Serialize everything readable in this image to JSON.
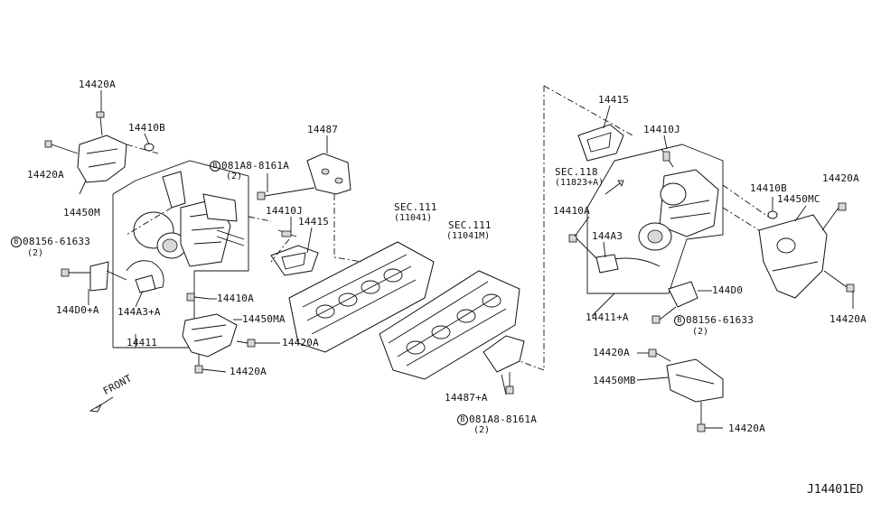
{
  "diagram_code": "J14401ED",
  "front_label": "FRONT",
  "labels": {
    "l_14420A_top": "14420A",
    "l_14410B_left": "14410B",
    "l_14420A_leftside": "14420A",
    "l_14450M": "14450M",
    "l_08156_left": "08156-61633",
    "l_08156_left_qty": "(2)",
    "l_144D0A": "144D0+A",
    "l_144A3A": "144A3+A",
    "l_14411": "14411",
    "l_14410A_center": "14410A",
    "l_14450MA": "14450MA",
    "l_14420A_mid": "14420A",
    "l_14420A_bottom": "14420A",
    "l_081A8_top": "081A8-8161A",
    "l_081A8_top_qty": "(2)",
    "l_14487": "14487",
    "l_14410J_left": "14410J",
    "l_14415_left": "14415",
    "l_sec111a": "SEC.111",
    "l_sec111a_sub": "(11041)",
    "l_sec111b": "SEC.111",
    "l_sec111b_sub": "(11041M)",
    "l_14487A": "14487+A",
    "l_081A8_bot": "081A8-8161A",
    "l_081A8_bot_qty": "(2)",
    "l_14415_right": "14415",
    "l_14410J_right": "14410J",
    "l_sec118": "SEC.118",
    "l_sec118_sub": "(11823+A)",
    "l_14410A_right": "14410A",
    "l_144A3": "144A3",
    "l_14410B_right": "14410B",
    "l_14450MC": "14450MC",
    "l_14420A_rtop": "14420A",
    "l_144D0": "144D0",
    "l_14420A_rmid": "14420A",
    "l_14411A": "14411+A",
    "l_08156_right": "08156-61633",
    "l_08156_right_qty": "(2)",
    "l_14420A_rlow": "14420A",
    "l_14450MB": "14450MB",
    "l_14420A_rbot": "14420A"
  }
}
